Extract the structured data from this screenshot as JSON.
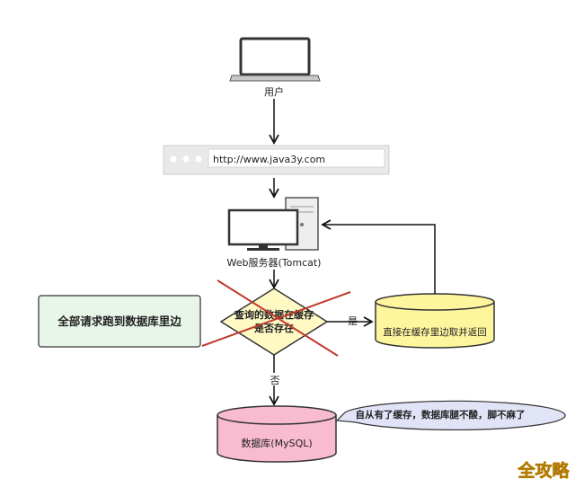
{
  "nodes": {
    "user_label": "用户",
    "browser_url": "http://www.java3y.com",
    "server_label": "Web服务器(Tomcat)",
    "decision_line1": "查询的数据在缓存",
    "decision_line2": "是否存在",
    "cache_label": "直接在缓存里边取并返回",
    "db_label": "数据库(MySQL)",
    "all_to_db_label": "全部请求跑到数据库里边",
    "callout_text": "自从有了缓存，数据库腿不酸，脚不麻了"
  },
  "edges": {
    "yes_label": "是",
    "no_label": "否"
  },
  "watermark": "全攻略",
  "colors": {
    "cross": "#c0392b",
    "decision_fill": "#fff9c4",
    "cache_fill": "#fff59d",
    "db_fill": "#f8bbd0",
    "green_box": "#e8f5e9",
    "callout_fill": "#e1e3f7",
    "watermark": "#f2b100"
  }
}
